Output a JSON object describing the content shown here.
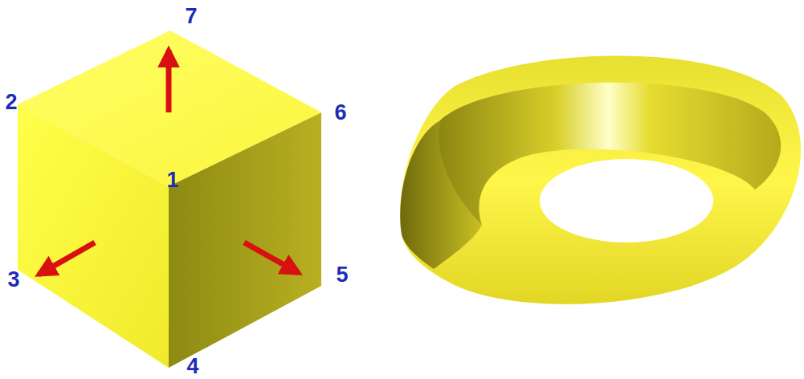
{
  "diagram": {
    "labels": [
      "7",
      "2",
      "6",
      "1",
      "3",
      "5",
      "4"
    ]
  }
}
